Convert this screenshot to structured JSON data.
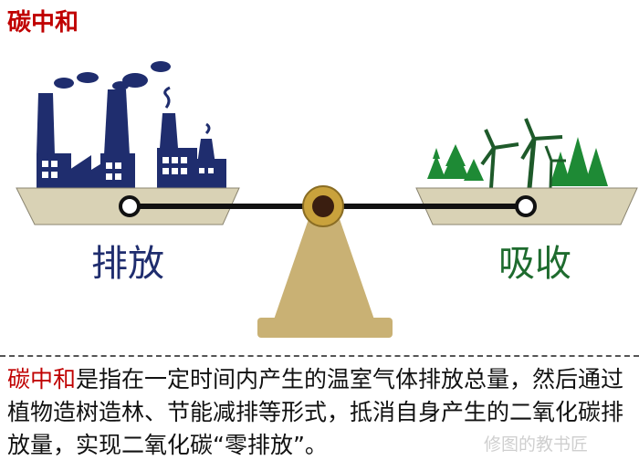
{
  "title": "碳中和",
  "left_pan": {
    "label": "排放"
  },
  "right_pan": {
    "label": "吸收"
  },
  "description": {
    "keyword": "碳中和",
    "text": "是指在一定时间内产生的温室气体排放总量，然后通过植物造树造林、节能减排等形式，抵消自身产生的二氧化碳排放量，实现二氧化碳“零排放”。"
  },
  "watermark": "修图的教书匠",
  "colors": {
    "title": "#c00000",
    "factory": "#1f2d6e",
    "trees": "#1e8a35",
    "turbine": "#1e5a2a",
    "pan": "#d9d2b5",
    "stand": "#c9b174",
    "beam": "#111111"
  }
}
